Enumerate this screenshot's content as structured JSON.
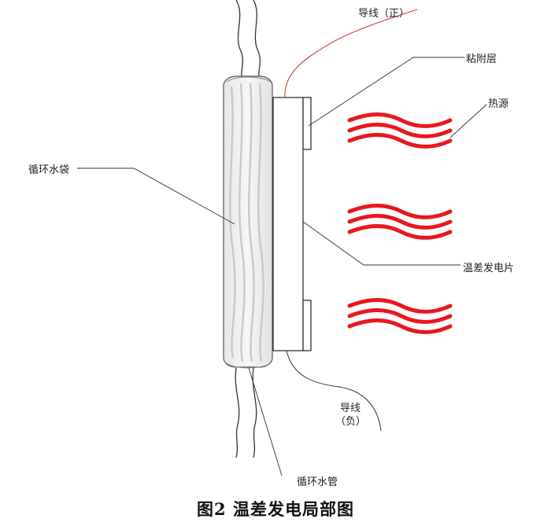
{
  "labels": {
    "wire_pos": "导线（正）",
    "adhesive": "粘附层",
    "heat_source": "热源",
    "water_bag": "循环水袋",
    "teg": "温差发电片",
    "wire_neg_1": "导线",
    "wire_neg_2": "（负）",
    "water_pipe": "循环水管"
  },
  "caption": "图2   温差发电局部图",
  "colors": {
    "heat": "#e8181e",
    "wire_positive": "#d9333a",
    "line": "#333333"
  }
}
